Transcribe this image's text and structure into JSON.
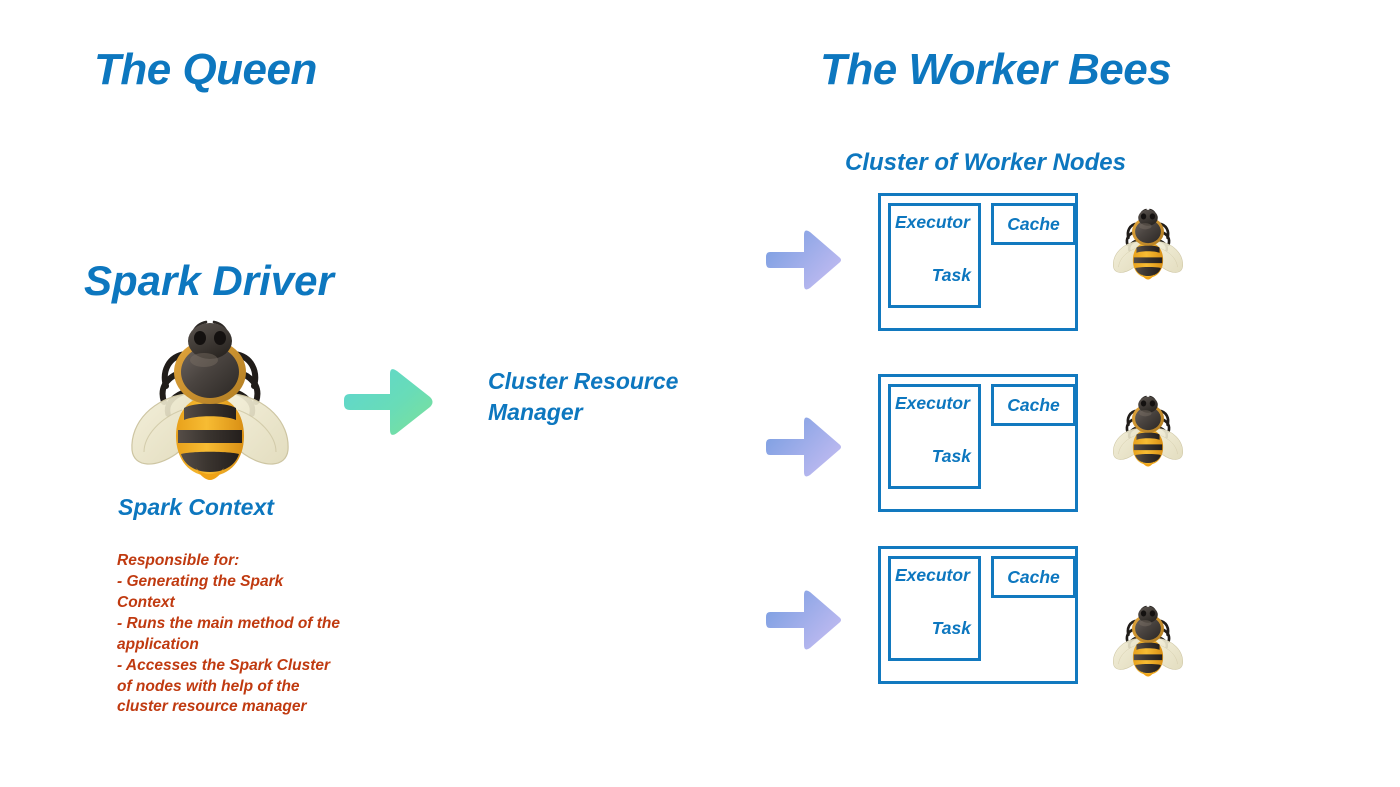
{
  "headings": {
    "left_title": "The Queen",
    "right_title": "The Worker Bees",
    "cluster_subtitle": "Cluster of Worker Nodes"
  },
  "driver": {
    "title": "Spark Driver",
    "context_label": "Spark Context",
    "bee_icon": "honeybee-icon",
    "responsibilities": [
      "Responsible for:",
      "- Generating the Spark",
      "Context",
      "- Runs the main method of the",
      "application",
      "- Accesses the Spark Cluster",
      "of nodes with help of the",
      "cluster resource manager"
    ]
  },
  "cluster_manager": {
    "line1": "Cluster Resource",
    "line2": "Manager",
    "arrow_icon": "green-right-arrow-icon"
  },
  "worker_nodes": [
    {
      "executor_label": "Executor",
      "task_label": "Task",
      "cache_label": "Cache",
      "arrow_icon": "purple-right-arrow-icon",
      "bee_icon": "honeybee-icon"
    },
    {
      "executor_label": "Executor",
      "task_label": "Task",
      "cache_label": "Cache",
      "arrow_icon": "purple-right-arrow-icon",
      "bee_icon": "honeybee-icon"
    },
    {
      "executor_label": "Executor",
      "task_label": "Task",
      "cache_label": "Cache",
      "arrow_icon": "purple-right-arrow-icon",
      "bee_icon": "honeybee-icon"
    }
  ],
  "colors": {
    "blue_text": "#0d77bf",
    "box_border": "#1279bf",
    "red_text": "#c03a10",
    "arrow_green_start": "#5fd6cf",
    "arrow_green_end": "#7ce09a",
    "arrow_purple_start": "#7c9fe2",
    "arrow_purple_end": "#c6bdf2",
    "background": "#ffffff"
  }
}
